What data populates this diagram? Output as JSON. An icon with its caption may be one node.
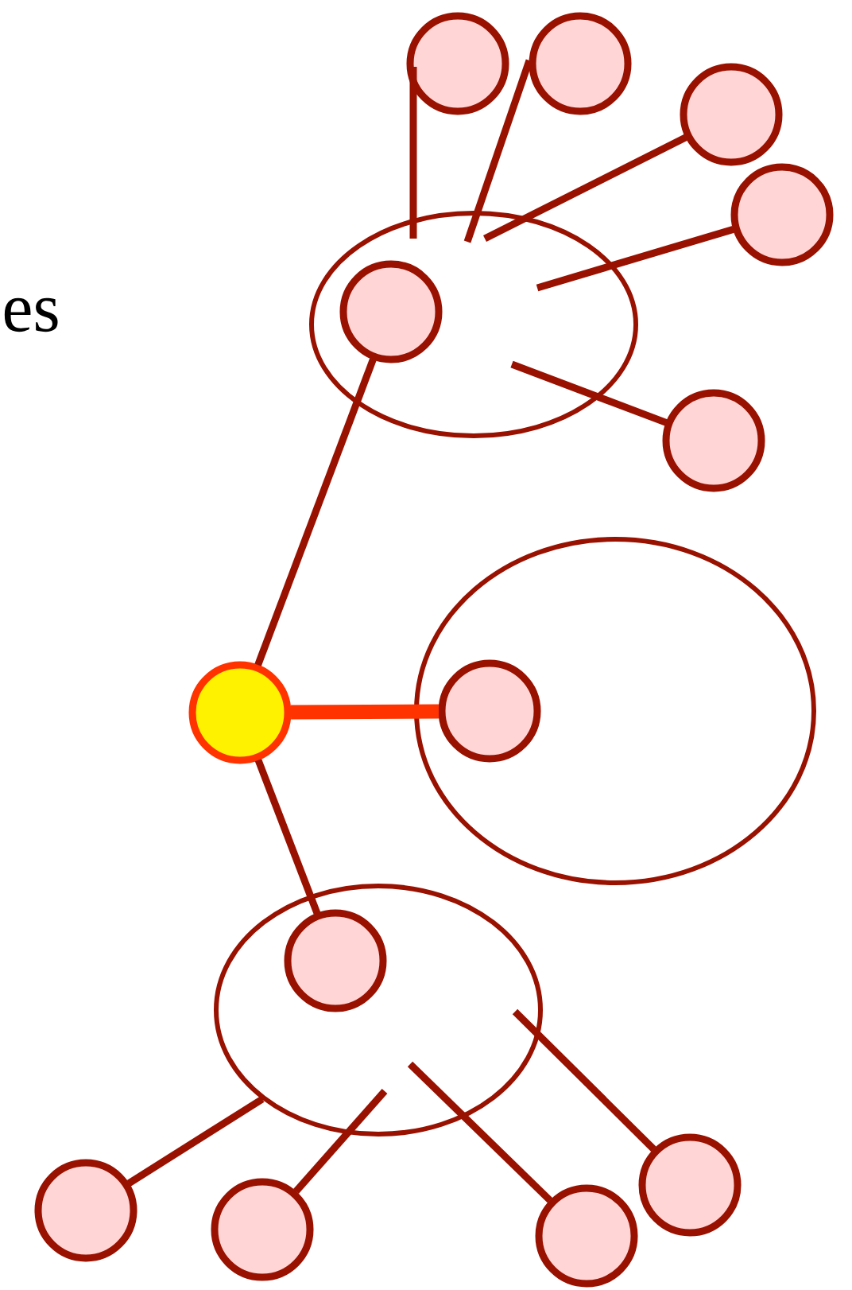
{
  "diagram": {
    "nodes": [
      {
        "text": [],
        "shape": "ellipse"
      },
      {
        "text": [],
        "shape": "circle",
        "in": 0
      },
      {
        "text": [],
        "shape": "circle"
      },
      {
        "text": [],
        "shape": "circle"
      },
      {
        "text": [],
        "shape": "circle"
      },
      {
        "text": [],
        "shape": "circle"
      },
      {
        "text": [],
        "shape": "circle"
      },
      {
        "text": [],
        "shape": "circle"
      },
      {
        "text": [],
        "shape": "ellipse"
      },
      {
        "text": [],
        "shape": "circle",
        "in": 8
      },
      {
        "text": [],
        "shape": "ellipse"
      },
      {
        "text": [],
        "shape": "circle",
        "in": 10
      },
      {
        "text": [],
        "shape": "circle"
      },
      {
        "text": [],
        "shape": "circle"
      },
      {
        "text": [],
        "shape": "circle"
      },
      {
        "text": [],
        "shape": "circle"
      }
    ],
    "edges": [
      {
        "from": 7,
        "to": 1,
        "arrow": "none"
      },
      {
        "from": 7,
        "to": 9,
        "arrow": "none",
        "style": "thick",
        "color": "#ff3300"
      },
      {
        "from": 7,
        "to": 11,
        "arrow": "none"
      },
      {
        "from": 0,
        "to": 2,
        "arrow": "none"
      },
      {
        "from": 0,
        "to": 3,
        "arrow": "none"
      },
      {
        "from": 0,
        "to": 4,
        "arrow": "none"
      },
      {
        "from": 0,
        "to": 5,
        "arrow": "none"
      },
      {
        "from": 0,
        "to": 6,
        "arrow": "none"
      },
      {
        "from": 10,
        "to": 12,
        "arrow": "none"
      },
      {
        "from": 10,
        "to": 13,
        "arrow": "none"
      },
      {
        "from": 10,
        "to": 14,
        "arrow": "none"
      },
      {
        "from": 10,
        "to": 15,
        "arrow": "none"
      }
    ],
    "labels": [
      "es"
    ]
  }
}
